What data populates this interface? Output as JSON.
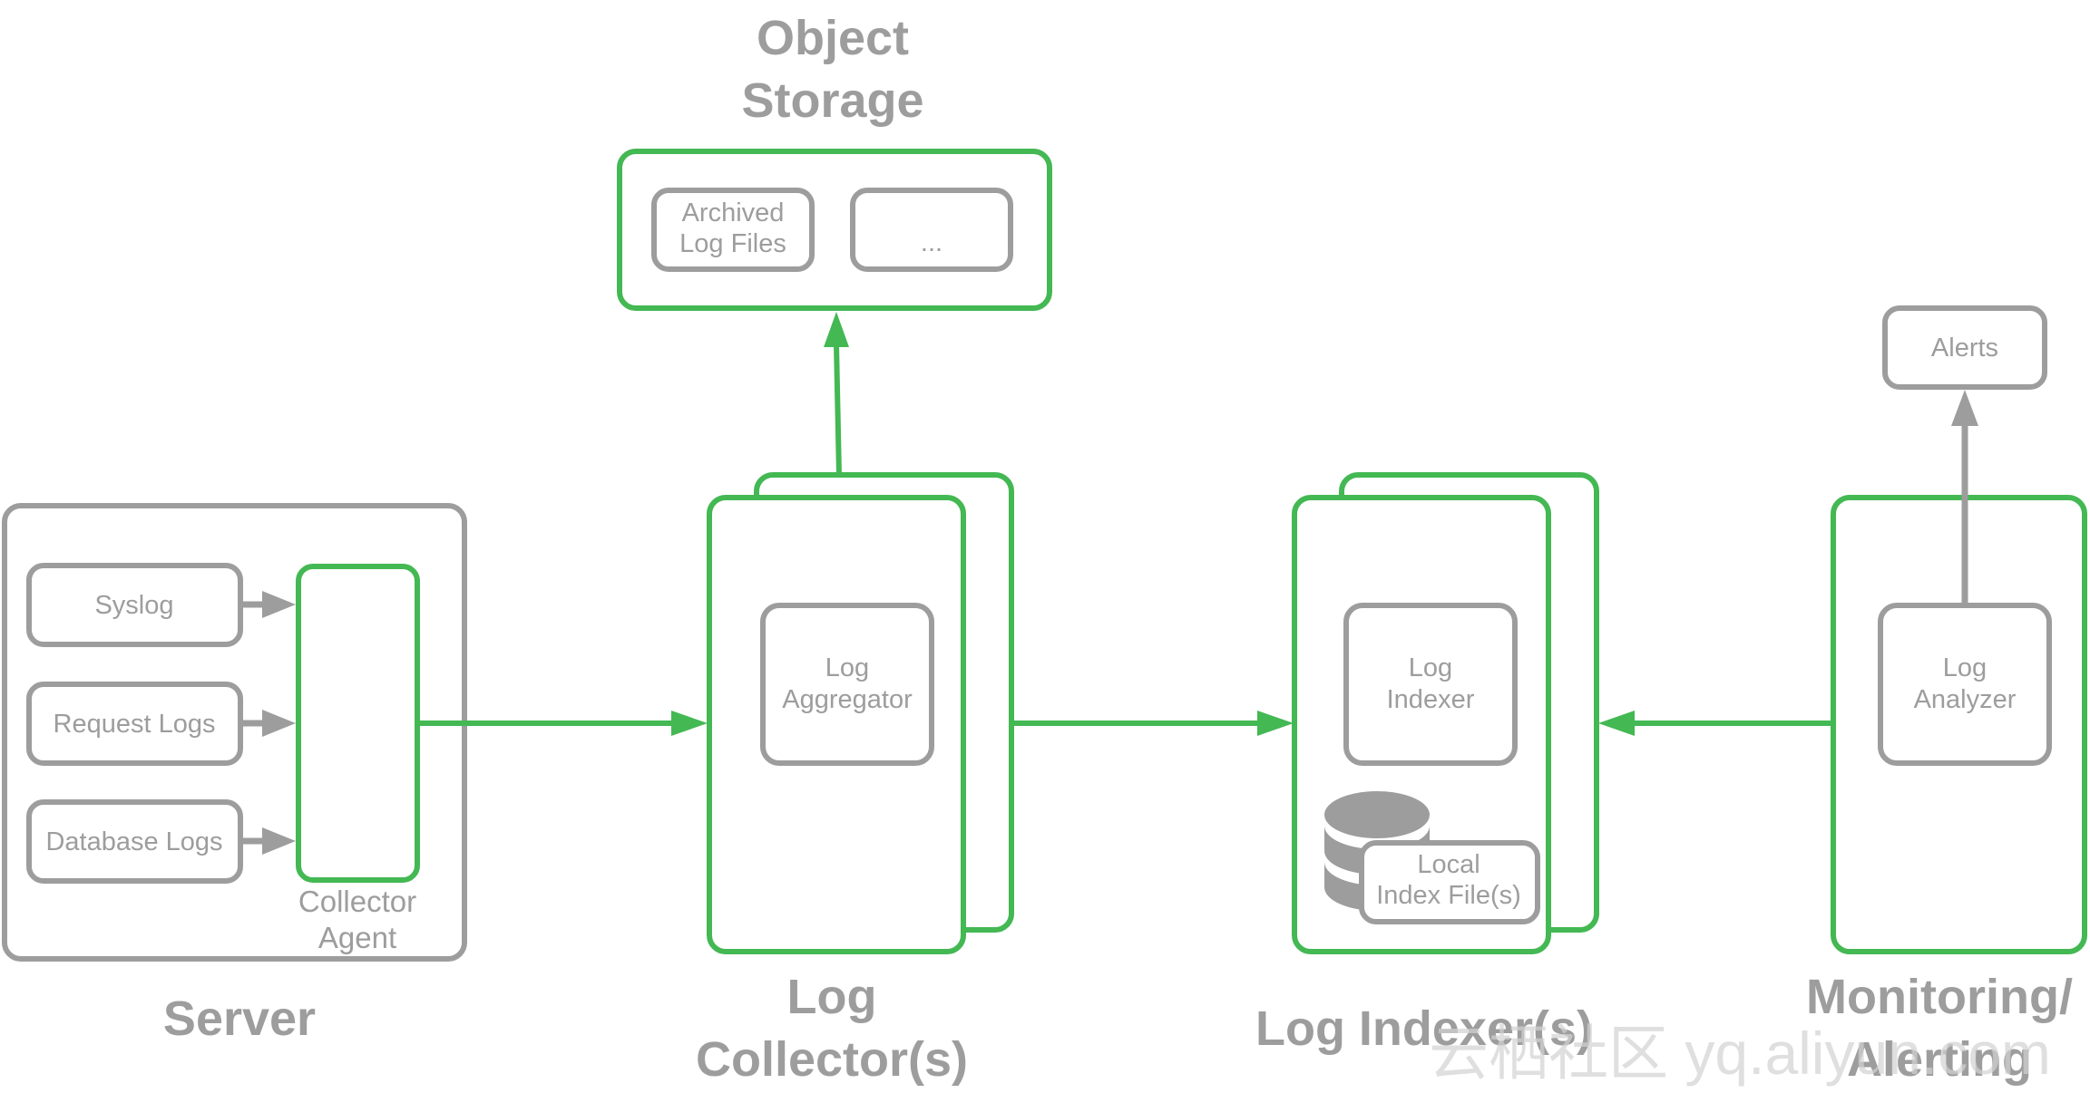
{
  "labels": {
    "object_storage_1": "Object",
    "object_storage_2": "Storage",
    "server": "Server",
    "collectors_1": "Log",
    "collectors_2": "Collector(s)",
    "indexers": "Log Indexer(s)",
    "monitoring_1": "Monitoring/",
    "monitoring_2": "Alerting"
  },
  "storage": {
    "archived_1": "Archived",
    "archived_2": "Log Files",
    "ellipsis": "..."
  },
  "server": {
    "syslog": "Syslog",
    "request_logs": "Request Logs",
    "database_logs": "Database Logs",
    "agent_1": "Collector",
    "agent_2": "Agent"
  },
  "aggregator": {
    "line1": "Log",
    "line2": "Aggregator"
  },
  "indexer": {
    "line1": "Log",
    "line2": "Indexer"
  },
  "local_index": {
    "line1": "Local",
    "line2": "Index File(s)"
  },
  "analyzer": {
    "line1": "Log",
    "line2": "Analyzer"
  },
  "alerts": "Alerts",
  "watermark": "云栖社区 yq.aliyun.com",
  "colors": {
    "green": "#43b853",
    "gray": "#9d9d9d"
  }
}
